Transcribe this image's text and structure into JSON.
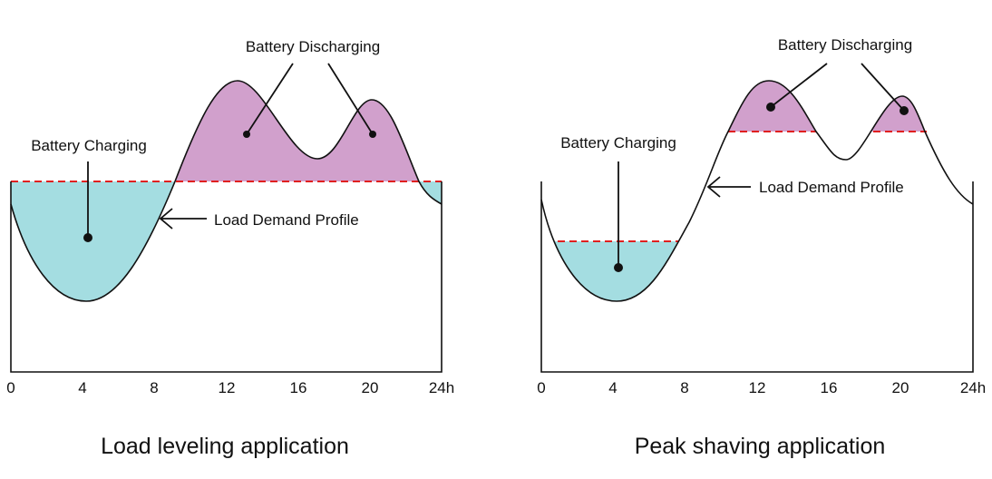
{
  "colors": {
    "charging": "#a4dde1",
    "discharging": "#d1a0cc",
    "threshold": "#e02020"
  },
  "ticks": [
    "0",
    "4",
    "8",
    "12",
    "16",
    "20",
    "24h"
  ],
  "left": {
    "title": "Load leveling application",
    "charging_label": "Battery Charging",
    "discharging_label": "Battery Discharging",
    "profile_label": "Load Demand Profile"
  },
  "right": {
    "title": "Peak shaving application",
    "charging_label": "Battery Charging",
    "discharging_label": "Battery Discharging",
    "profile_label": "Load Demand Profile"
  }
}
